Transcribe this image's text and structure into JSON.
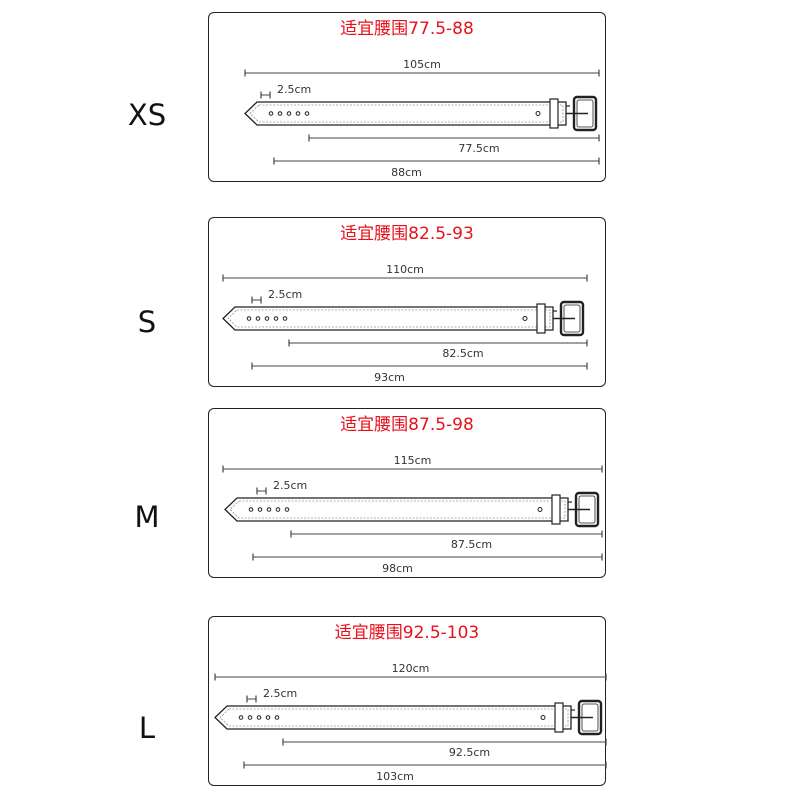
{
  "panels": [
    {
      "size": "XS",
      "title": "适宜腰围77.5-88",
      "total": "105cm",
      "hole": "2.5cm",
      "min": "77.5cm",
      "max": "88cm"
    },
    {
      "size": "S",
      "title": "适宜腰围82.5-93",
      "total": "110cm",
      "hole": "2.5cm",
      "min": "82.5cm",
      "max": "93cm"
    },
    {
      "size": "M",
      "title": "适宜腰围87.5-98",
      "total": "115cm",
      "hole": "2.5cm",
      "min": "87.5cm",
      "max": "98cm"
    },
    {
      "size": "L",
      "title": "适宜腰围92.5-103",
      "total": "120cm",
      "hole": "2.5cm",
      "min": "92.5cm",
      "max": "103cm"
    }
  ],
  "colors": {
    "title": "#e8101a",
    "line": "#222222",
    "stitch": "#666666"
  }
}
